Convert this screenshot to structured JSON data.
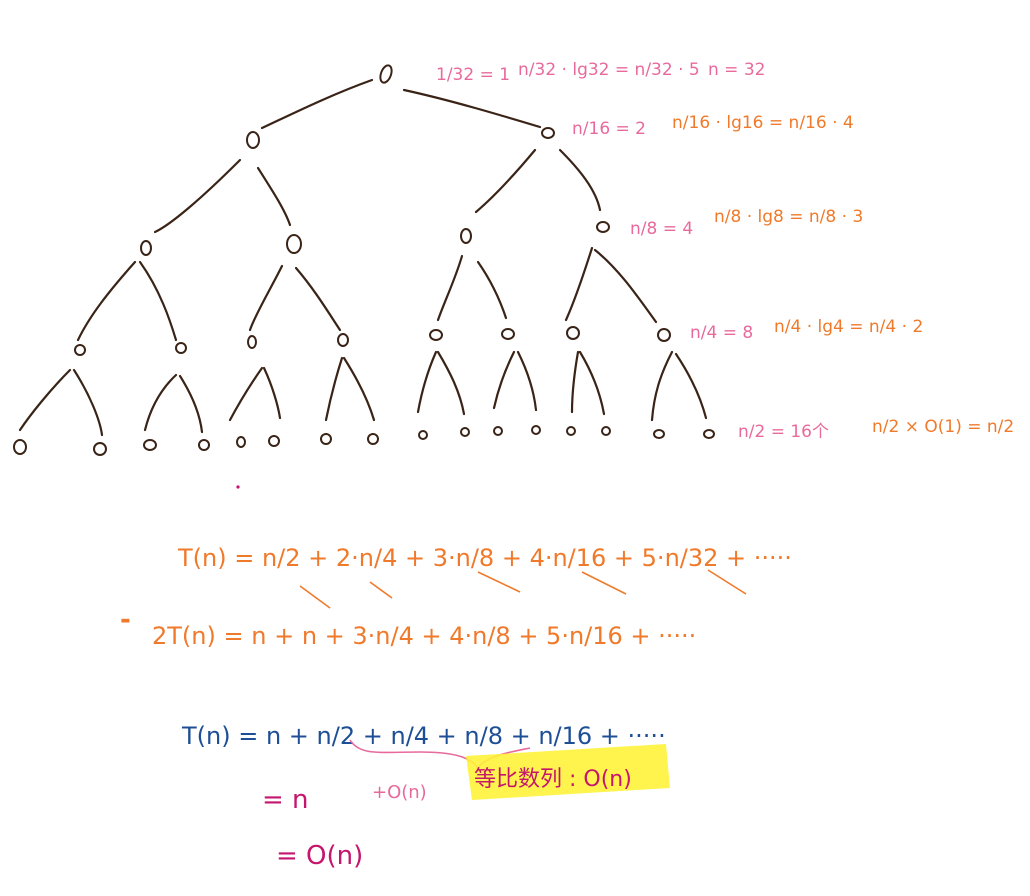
{
  "tree": {
    "level_notes": [
      {
        "count": "1/32 = 1",
        "work": "n/32 · lg32 = n/32 · 5",
        "extra": "n = 32"
      },
      {
        "count": "n/16 = 2",
        "work": "n/16 · lg16 = n/16 · 4",
        "extra": ""
      },
      {
        "count": "n/8 = 4",
        "work": "n/8 · lg8 = n/8 · 3",
        "extra": ""
      },
      {
        "count": "n/4 = 8",
        "work": "n/4 · lg4 = n/4 · 2",
        "extra": ""
      },
      {
        "count": "n/2 = 16个",
        "work": "n/2 × O(1) = n/2",
        "extra": ""
      }
    ]
  },
  "equations": {
    "t_line": "T(n) = n/2 + 2·n/4 + 3·n/8 + 4·n/16 + 5·n/32 + ·····",
    "two_t_line": "2T(n) = n + n + 3·n/4 + 4·n/8 + 5·n/16 + ·····",
    "minus_sign": "-",
    "diff_line": "T(n) = n + n/2 + n/4 + n/8 + n/16 + ·····",
    "result_line_1_main": "= n",
    "result_line_1_extra": "+O(n)",
    "highlight_note": "等比数列 : O(n)",
    "result_line_2": "= O(n)"
  },
  "colors": {
    "tree": "#3a2417",
    "annotation_pink": "#e86a9c",
    "annotation_orange": "#f07a2b",
    "equation_blue": "#1e4f96",
    "result_magenta": "#c4166c",
    "highlight": "#fff23a"
  }
}
